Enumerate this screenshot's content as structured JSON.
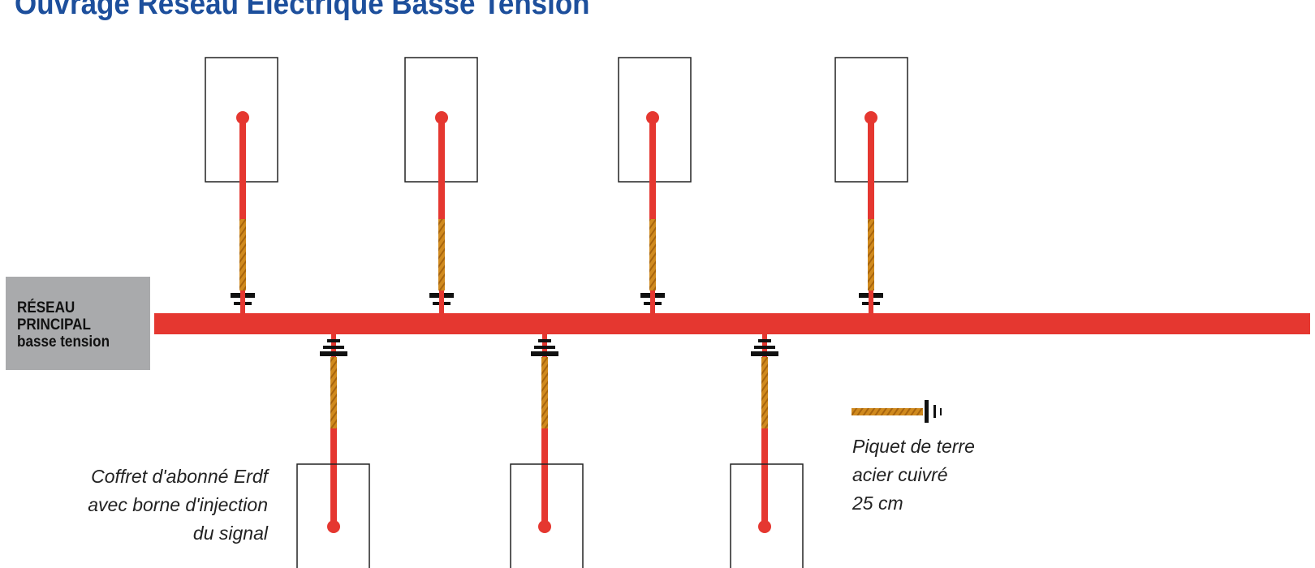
{
  "title": "Ouvrage Réseau Electrique Basse Tension",
  "main_network": {
    "label_lines": [
      "RÉSEAU",
      "PRINCIPAL",
      "basse tension"
    ]
  },
  "subscriber_box": {
    "caption_lines": [
      "Coffret d'abonné Erdf",
      "avec borne d'injection",
      "du signal"
    ],
    "count_top": 4,
    "count_bottom": 3
  },
  "ground_rod": {
    "caption_lines": [
      "Piquet de terre",
      "acier cuivré",
      "25 cm"
    ]
  },
  "colors": {
    "title": "#1d4f9c",
    "cable": "#e53730",
    "ground_rod": "#d08a1e",
    "label_box": "#a9aaac",
    "connector": "#111111"
  }
}
